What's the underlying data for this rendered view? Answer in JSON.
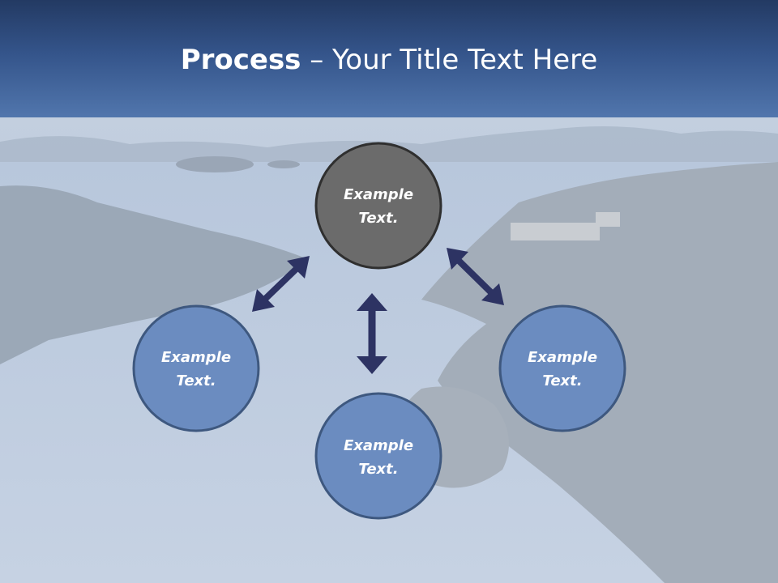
{
  "slide": {
    "title_bold": "Process",
    "title_rest": " – Your Title Text Here"
  },
  "nodes": [
    {
      "line1": "Example",
      "line2": "Text.",
      "role": "center"
    },
    {
      "line1": "Example",
      "line2": "Text.",
      "role": "left"
    },
    {
      "line1": "Example",
      "line2": "Text.",
      "role": "bottom"
    },
    {
      "line1": "Example",
      "line2": "Text.",
      "role": "right"
    }
  ],
  "colors": {
    "header_dark": "#233a63",
    "header_light": "#5176ad",
    "center_fill": "#6b6b6b",
    "node_fill": "#6b8cc0",
    "node_stroke": "#3e587f",
    "arrow": "#2d3363"
  }
}
